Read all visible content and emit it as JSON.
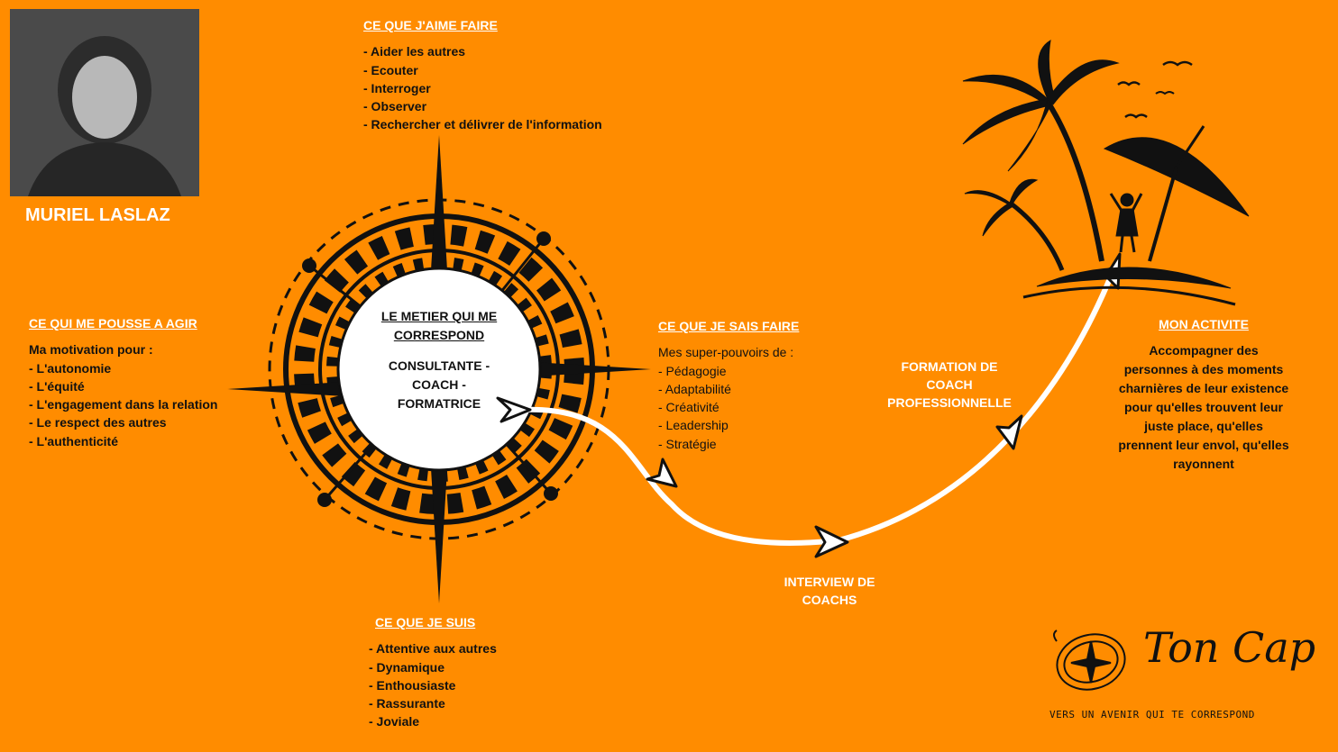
{
  "colors": {
    "background": "#FF8C00",
    "ink": "#111111",
    "white": "#FFFFFF"
  },
  "person": {
    "name": "MURIEL LASLAZ"
  },
  "hub": {
    "title": "LE METIER QUI ME CORRESPOND",
    "job": "CONSULTANTE - COACH - FORMATRICE"
  },
  "sections": {
    "aime_faire": {
      "heading": "CE QUE J'AIME FAIRE",
      "items": [
        "- Aider les autres",
        "- Ecouter",
        "- Interroger",
        "- Observer",
        "- Rechercher et délivrer de l'information"
      ]
    },
    "pousse_agir": {
      "heading": "CE QUI ME POUSSE A AGIR",
      "intro": "Ma motivation pour :",
      "items": [
        "- L'autonomie",
        "- L'équité",
        "- L'engagement dans la relation",
        "- Le respect des autres",
        "- L'authenticité"
      ]
    },
    "sais_faire": {
      "heading": "CE QUE JE SAIS FAIRE",
      "intro": "Mes super-pouvoirs de :",
      "items": [
        "- Pédagogie",
        "- Adaptabilité",
        "- Créativité",
        "- Leadership",
        "- Stratégie"
      ]
    },
    "je_suis": {
      "heading": "CE QUE JE SUIS",
      "items": [
        "- Attentive aux autres",
        "- Dynamique",
        "- Enthousiaste",
        "- Rassurante",
        "- Joviale"
      ]
    },
    "activite": {
      "heading": "MON ACTIVITE",
      "text": "Accompagner des personnes à des moments charnières de leur existence pour qu'elles trouvent leur juste place, qu'elles prennent leur envol, qu'elles rayonnent"
    }
  },
  "path_steps": {
    "interview": "INTERVIEW DE COACHS",
    "formation": "FORMATION DE COACH PROFESSIONNELLE"
  },
  "brand": {
    "logo_text": "Ton Cap",
    "tagline": "VERS UN AVENIR QUI TE CORRESPOND"
  },
  "icons": {
    "compass": "compass-rose-icon",
    "island": "island-palm-umbrella-icon",
    "logo": "compass-logo-icon",
    "arrow": "arrow-head-icon"
  }
}
